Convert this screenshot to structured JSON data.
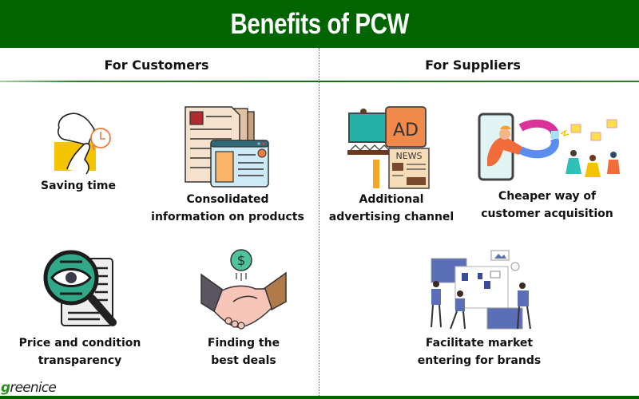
{
  "banner": {
    "title": "Benefits of PCW",
    "background_color": "#006400",
    "text_color": "#ffffff"
  },
  "columns": {
    "left_header": "For Customers",
    "right_header": "For Suppliers"
  },
  "customers": {
    "items": [
      {
        "icon": "hand-watch-clock-icon",
        "label": "Saving time"
      },
      {
        "icon": "documents-browser-window-icon",
        "label": "Consolidated\ninformation on products"
      },
      {
        "icon": "magnifier-eye-document-icon",
        "label": "Price and condition\ntransparency"
      },
      {
        "icon": "handshake-dollar-icon",
        "label": "Finding the\nbest deals"
      }
    ]
  },
  "suppliers": {
    "items": [
      {
        "icon": "billboard-ad-news-icon",
        "label": "Additional\nadvertising channel"
      },
      {
        "icon": "phone-magnet-people-gifts-icon",
        "label": "Cheaper way of\ncustomer acquisition"
      },
      {
        "icon": "team-board-presentation-icon",
        "label": "Facilitate market\nentering for brands"
      }
    ]
  },
  "footer": {
    "logo_first_letter": "g",
    "logo_rest": "reenice",
    "bar_color": "#006400"
  }
}
